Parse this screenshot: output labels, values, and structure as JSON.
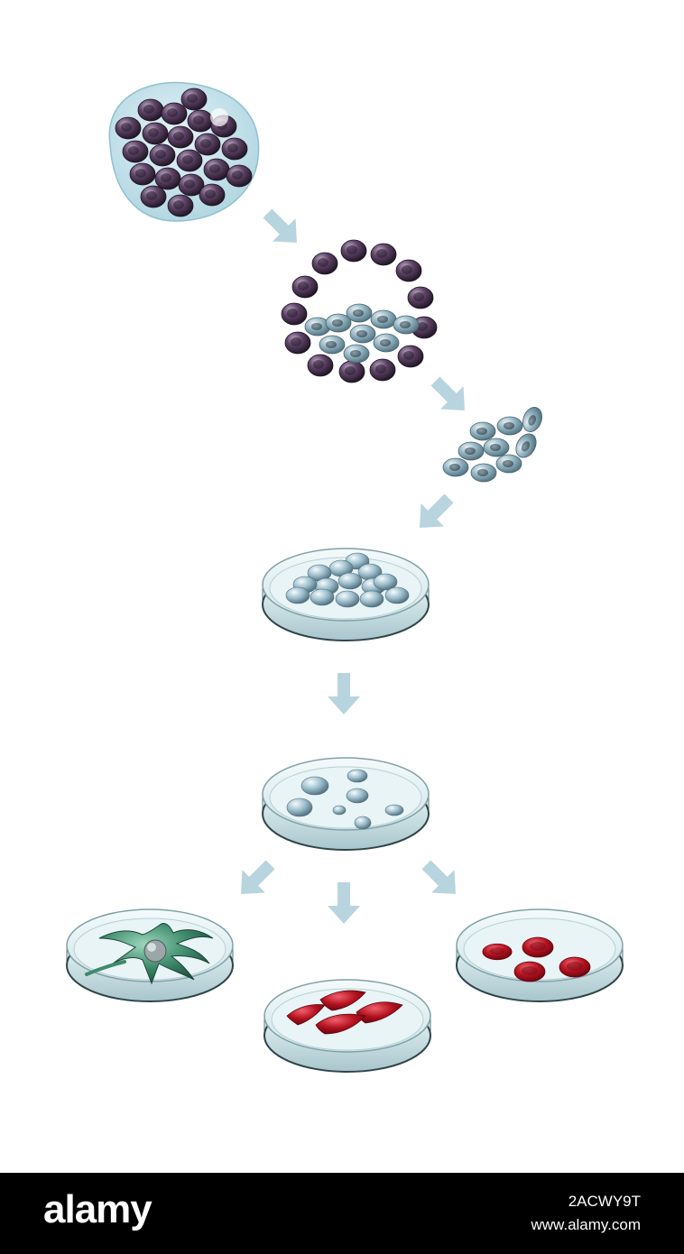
{
  "watermark": {
    "brand": "alamy",
    "image_id": "2ACWY9T",
    "url": "www.alamy.com"
  },
  "colors": {
    "background": "#ffffff",
    "arrow": "#b8d4de",
    "inner_cell_mass": "#4a3550",
    "stem_cell": "#8fb0be",
    "dish_glass": "#d9ecef",
    "nerve_cell": "#3d8a6c",
    "muscle_cell": "#b0162c",
    "blood_cell": "#b5121f",
    "bar": "#000000"
  },
  "icons": {
    "morula": "cell-cluster-icon",
    "blastocyst": "blastocyst-icon",
    "dish": "petri-dish-icon",
    "arrow": "flow-arrow-icon"
  }
}
